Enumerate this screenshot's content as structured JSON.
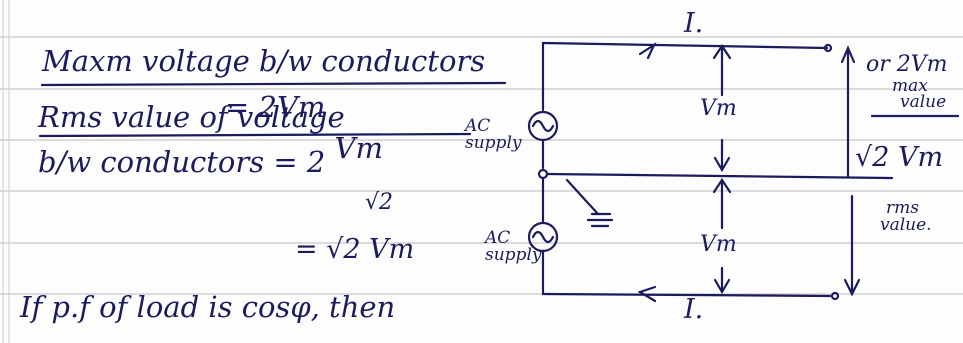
{
  "colors": {
    "ink": "#1b1b5e",
    "rule": "#b9b9b9",
    "margin": "#d0d0d0",
    "paper": "#fdfdfd"
  },
  "notes": {
    "line1": "Maxm voltage b/w conductors",
    "line2": "= 2Vm",
    "line3": "Rms value of voltage",
    "line4": "b/w conductors = 2",
    "line4_num": "Vm",
    "line4_den": "√2",
    "line5": "= √2 Vm",
    "line6": "If p.f of load is cosφ, then"
  },
  "diagram": {
    "current_top": "I.",
    "current_bottom": "I.",
    "source_upper": "AC supply",
    "source_lower": "AC supply",
    "vm_upper": "Vm",
    "vm_lower": "Vm",
    "max_label_1": "or 2Vm",
    "max_label_2": "max",
    "max_label_3": "value",
    "rms_value": "√2 Vm",
    "rms_label_1": "rms",
    "rms_label_2": "value."
  }
}
